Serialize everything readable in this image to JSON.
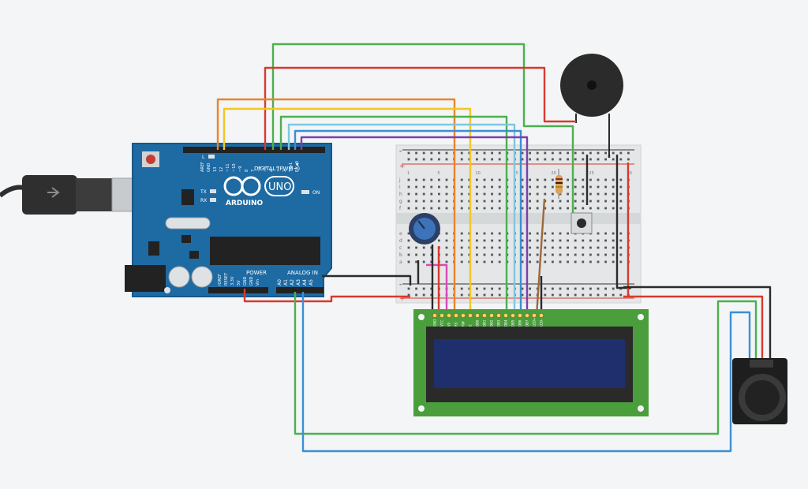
{
  "arduino": {
    "brand": "ARDUINO",
    "model": "UNO",
    "digital_label": "DIGITAL (PWM~)",
    "power_label": "POWER",
    "analog_label": "ANALOG IN",
    "on_label": "ON",
    "l_label": "L",
    "tx_label": "TX",
    "rx_label": "RX",
    "digital_pins": [
      "AREF",
      "GND",
      "13",
      "12",
      "~11",
      "~10",
      "~9",
      "8",
      "7",
      "~6",
      "~5",
      "4",
      "~3",
      "2",
      "TX▸1",
      "RX◀0"
    ],
    "power_pins": [
      "IOREF",
      "RESET",
      "3.3V",
      "5V",
      "GND",
      "GND",
      "Vin"
    ],
    "analog_pins": [
      "A0",
      "A1",
      "A2",
      "A3",
      "A4",
      "A5"
    ]
  },
  "breadboard": {
    "row_letters_top": [
      "j",
      "i",
      "h",
      "g",
      "f"
    ],
    "row_letters_bottom": [
      "e",
      "d",
      "c",
      "b",
      "a"
    ],
    "plus": "+",
    "minus": "-",
    "column_numbers": [
      "1",
      "",
      "",
      "",
      "5",
      "",
      "",
      "",
      "",
      "10",
      "",
      "",
      "",
      "",
      "15",
      "",
      "",
      "",
      "",
      "20",
      "",
      "",
      "",
      "",
      "25",
      "",
      "",
      "",
      "",
      "30"
    ]
  },
  "lcd": {
    "pins": [
      "GND",
      "VCC",
      "V0",
      "RS",
      "RW",
      "E",
      "DB0",
      "DB1",
      "DB2",
      "DB3",
      "DB4",
      "DB5",
      "DB6",
      "DB7",
      "LED+",
      "LED-"
    ]
  },
  "colors": {
    "board_blue": "#1e6aa3",
    "breadboard": "#e4e6e7",
    "wire_orange": "#e8852a",
    "wire_yellow": "#f2c627",
    "wire_green": "#4caf50",
    "wire_red": "#d63a2f",
    "wire_lightblue": "#7ec7df",
    "wire_blue": "#3a8fd4",
    "wire_purple": "#7a3fb0",
    "wire_pink": "#d84bb6",
    "wire_brown": "#9a6a3a",
    "wire_black": "#2b2b2b",
    "lcd_green": "#4a9e3c",
    "lcd_screen": "#1f2f6d"
  },
  "components": {
    "usb_cable": "usb-cable-icon",
    "buzzer": "buzzer-icon",
    "potentiometer": "potentiometer-icon",
    "pushbutton": "pushbutton-icon",
    "resistor": "resistor-icon",
    "joystick": "joystick-icon"
  }
}
